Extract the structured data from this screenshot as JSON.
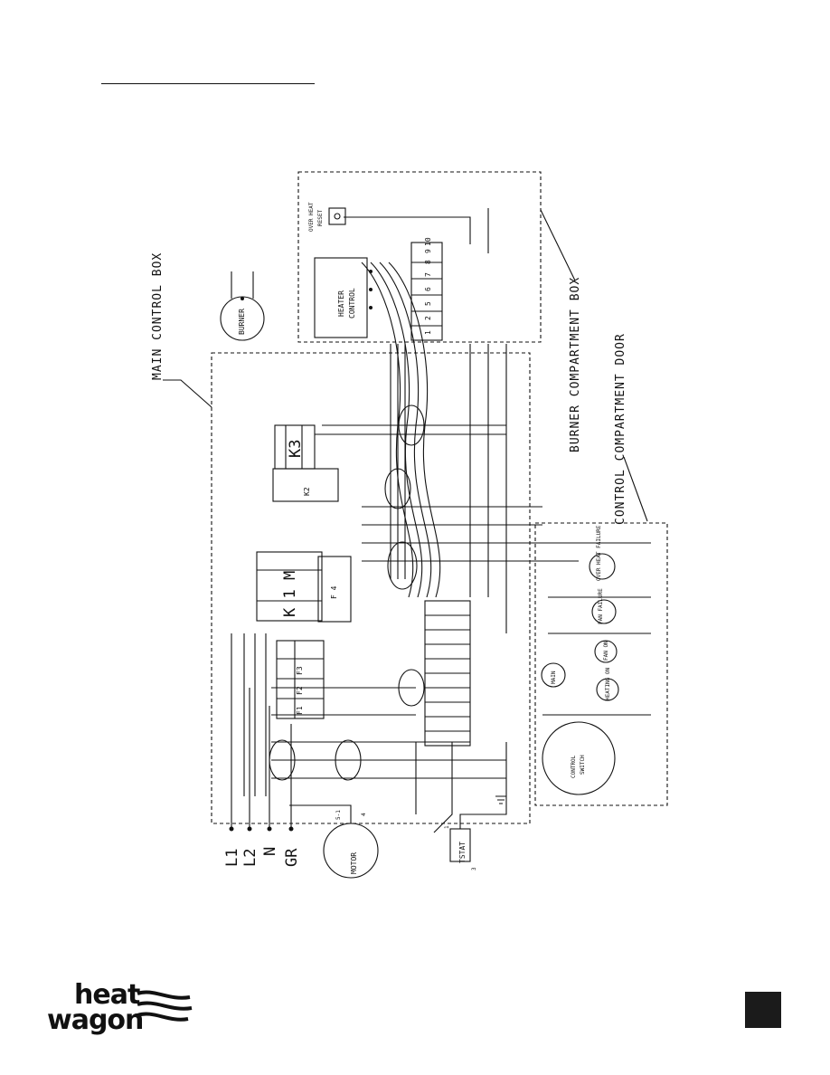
{
  "labels": {
    "main_control_box": "MAIN CONTROL BOX",
    "burner_compartment_box": "BURNER COMPARTMENT BOX",
    "control_compartment_door": "CONTROL COMPARTMENT DOOR",
    "burner": "BURNER",
    "heater_control": "HEATER",
    "heater_control_2": "CONTROL",
    "motor": "MOTOR",
    "tstat": "TSTAT",
    "over_heat_reset": "OVER HEAT",
    "reset": "RESET",
    "control_switch": "CONTROL",
    "control_switch_2": "SWITCH",
    "main_contactor": "K 1 M",
    "relay_k2": "K2",
    "relay_k3": "K3",
    "overload": "F 4",
    "terminal_block_numbers": [
      "1",
      "2",
      "5",
      "6",
      "7",
      "8",
      "9",
      "10"
    ],
    "indicators": [
      "OVER HEAT FAILURE",
      "FAN FAILURE",
      "FAN ON",
      "HEATING ON",
      "MAIN"
    ],
    "fuses": [
      "F1",
      "F2",
      "F3"
    ],
    "supply_lines": [
      "L1",
      "L2",
      "N",
      "GR"
    ],
    "motor_terminals": [
      "5-1",
      "4"
    ],
    "tstat_terminals": [
      "1",
      "3"
    ]
  },
  "brand": {
    "line1": "heat",
    "line2": "wagon"
  }
}
